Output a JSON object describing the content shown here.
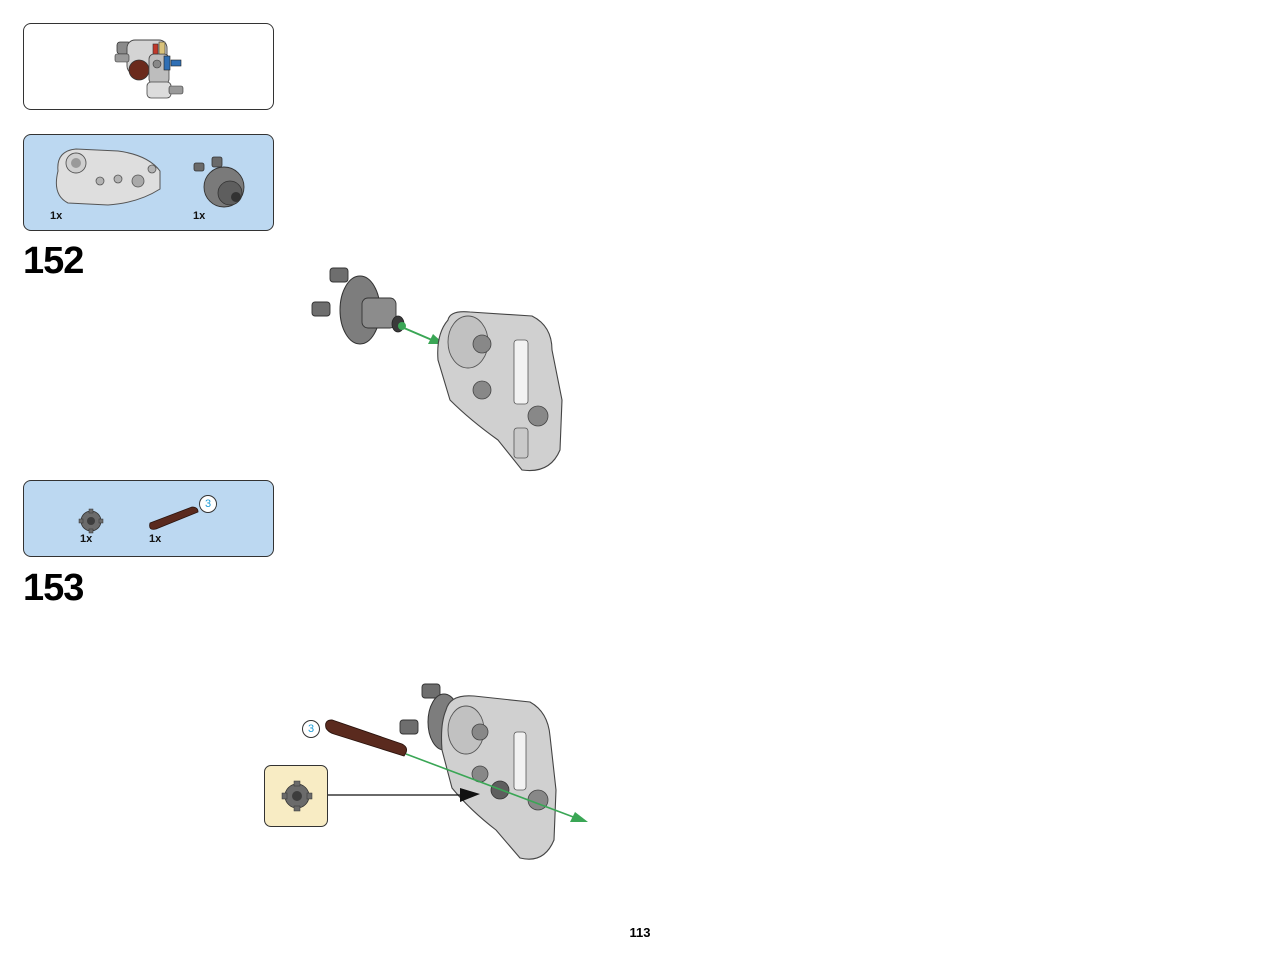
{
  "steps": [
    {
      "number": "152",
      "parts": [
        {
          "name": "technic-frame-half",
          "qty": "1x"
        },
        {
          "name": "pin-connector-hub",
          "qty": "1x"
        }
      ]
    },
    {
      "number": "153",
      "parts": [
        {
          "name": "gear-8-tooth",
          "qty": "1x"
        },
        {
          "name": "axle-3-brown",
          "qty": "1x",
          "axle_length_label": "3"
        }
      ],
      "callout_axle_length": "3"
    }
  ],
  "page_number": "113",
  "colors": {
    "parts_box_bg": "#bcd8f1",
    "zoom_box_bg": "#f8ecc4",
    "motion_arrow": "#3aa655",
    "axle_brown": "#5a2a1e",
    "part_light_gray": "#c8c8c8",
    "part_dark_gray": "#6a6a6a"
  }
}
